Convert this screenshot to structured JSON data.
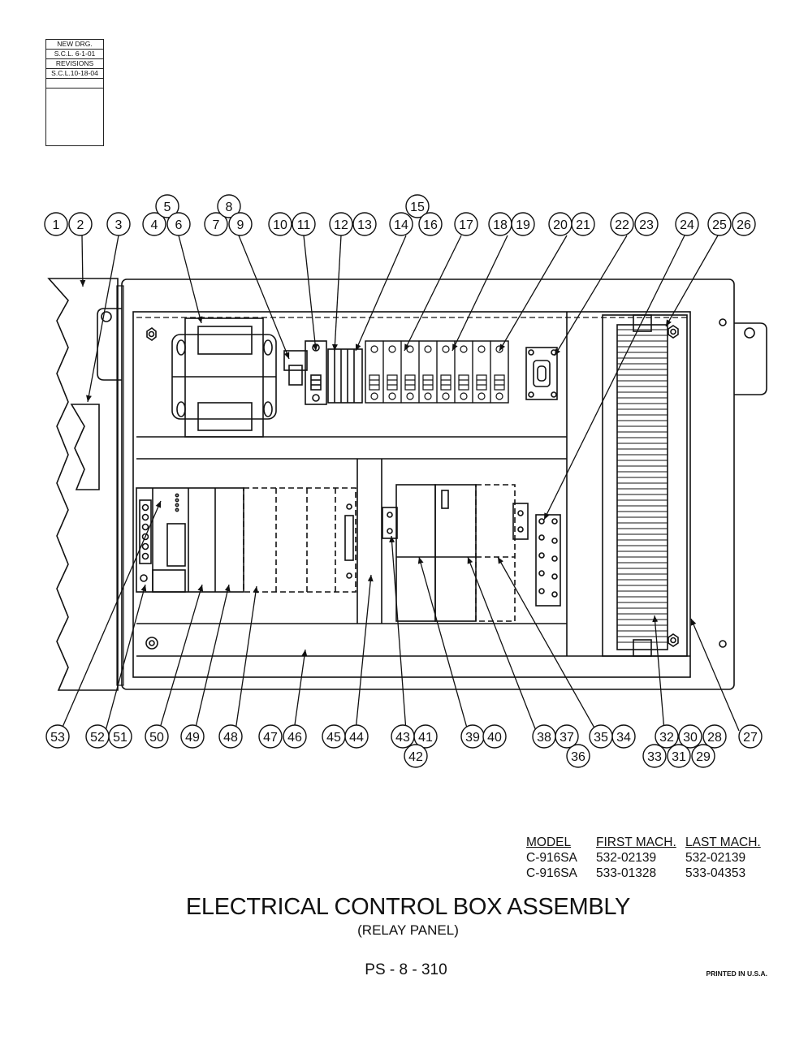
{
  "revision_block": {
    "lines": [
      "NEW DRG.",
      "S.C.L.  6-1-01",
      "REVISIONS",
      "S.C.L.10-18-04"
    ]
  },
  "callouts": [
    "1",
    "2",
    "3",
    "4",
    "5",
    "6",
    "7",
    "8",
    "9",
    "10",
    "11",
    "12",
    "13",
    "14",
    "15",
    "16",
    "17",
    "18",
    "19",
    "20",
    "21",
    "22",
    "23",
    "24",
    "25",
    "26",
    "27",
    "28",
    "29",
    "30",
    "31",
    "32",
    "33",
    "34",
    "35",
    "36",
    "37",
    "38",
    "39",
    "40",
    "41",
    "42",
    "43",
    "44",
    "45",
    "46",
    "47",
    "48",
    "49",
    "50",
    "51",
    "52",
    "53"
  ],
  "model_table": {
    "headers": [
      "MODEL",
      "FIRST MACH.",
      "LAST MACH."
    ],
    "rows": [
      [
        "C-916SA",
        "532-02139",
        "532-02139"
      ],
      [
        "C-916SA",
        "533-01328",
        "533-04353"
      ]
    ]
  },
  "title": "ELECTRICAL CONTROL BOX ASSEMBLY",
  "subtitle": "(RELAY PANEL)",
  "page_id": "PS - 8 - 310",
  "printed": "PRINTED IN U.S.A."
}
